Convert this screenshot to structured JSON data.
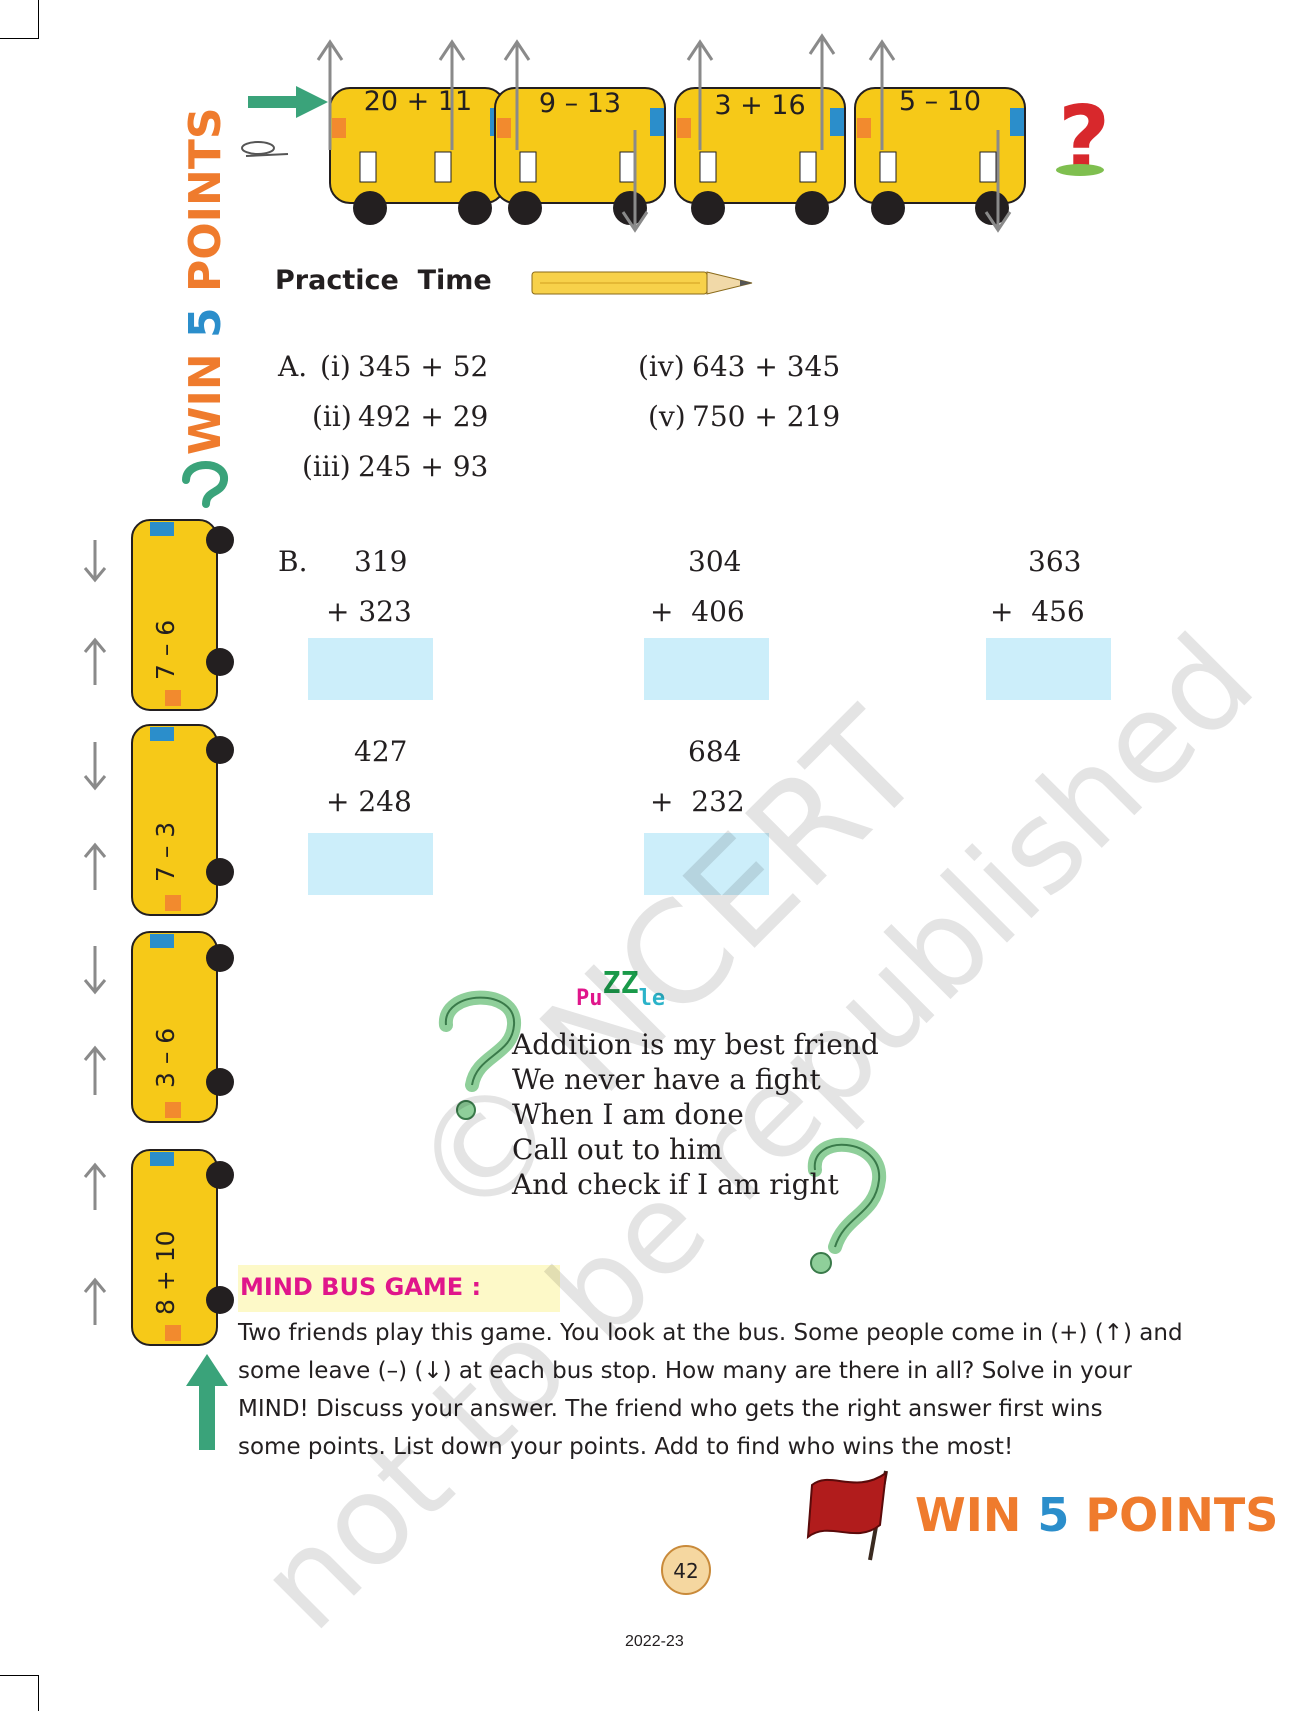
{
  "top_buses": [
    {
      "label": "20 + 11"
    },
    {
      "label": "9 – 13"
    },
    {
      "label": "3 + 16"
    },
    {
      "label": "5 – 10"
    }
  ],
  "side_buses": [
    {
      "label": "7 – 6"
    },
    {
      "label": "7 – 3"
    },
    {
      "label": "3 – 6"
    },
    {
      "label": "8 + 10"
    }
  ],
  "win_banner": {
    "win": "WIN",
    "five": "5",
    "points": "POINTS"
  },
  "practice": {
    "title": "Practice  Time",
    "section_a": {
      "label": "A.",
      "items": [
        {
          "num": "(i)",
          "expr": "345 + 52"
        },
        {
          "num": "(ii)",
          "expr": "492 + 29"
        },
        {
          "num": "(iii)",
          "expr": "245 + 93"
        },
        {
          "num": "(iv)",
          "expr": "643 + 345"
        },
        {
          "num": "(v)",
          "expr": "750 + 219"
        }
      ]
    },
    "section_b": {
      "label": "B.",
      "problems": [
        {
          "top": "319",
          "bottom": "+ 323"
        },
        {
          "top": "304",
          "bottom": "+  406"
        },
        {
          "top": "363",
          "bottom": "+  456"
        },
        {
          "top": "427",
          "bottom": "+ 248"
        },
        {
          "top": "684",
          "bottom": "+  232"
        }
      ]
    }
  },
  "puzzle": {
    "title_parts": [
      "Pu",
      "Z",
      "Z",
      "le"
    ],
    "lines": [
      "Addition is my best friend",
      "We never have a fight",
      "When I am done",
      "Call out to him",
      "And check if I am right"
    ]
  },
  "mind_bus": {
    "title": "MIND BUS GAME :",
    "lines": [
      "Two friends play this game. You look at the bus. Some people come in (+) (↑) and",
      "some leave (–) (↓) at each bus stop. How many are there in all? Solve in your",
      "MIND! Discuss your answer. The friend who gets the right answer first wins",
      "some points. List down your points. Add to find who wins the most!"
    ]
  },
  "page_number": "42",
  "year": "2022-23",
  "watermark": {
    "line1": "© NCERT",
    "line2": "not to be republished"
  },
  "colors": {
    "bus_yellow": "#f6c918",
    "answer_box": "#cceefa",
    "win_orange": "#ef7b2d",
    "win_blue": "#2b8ecb",
    "title_pink": "#e0168b",
    "question_green": "#8fcf9a"
  }
}
